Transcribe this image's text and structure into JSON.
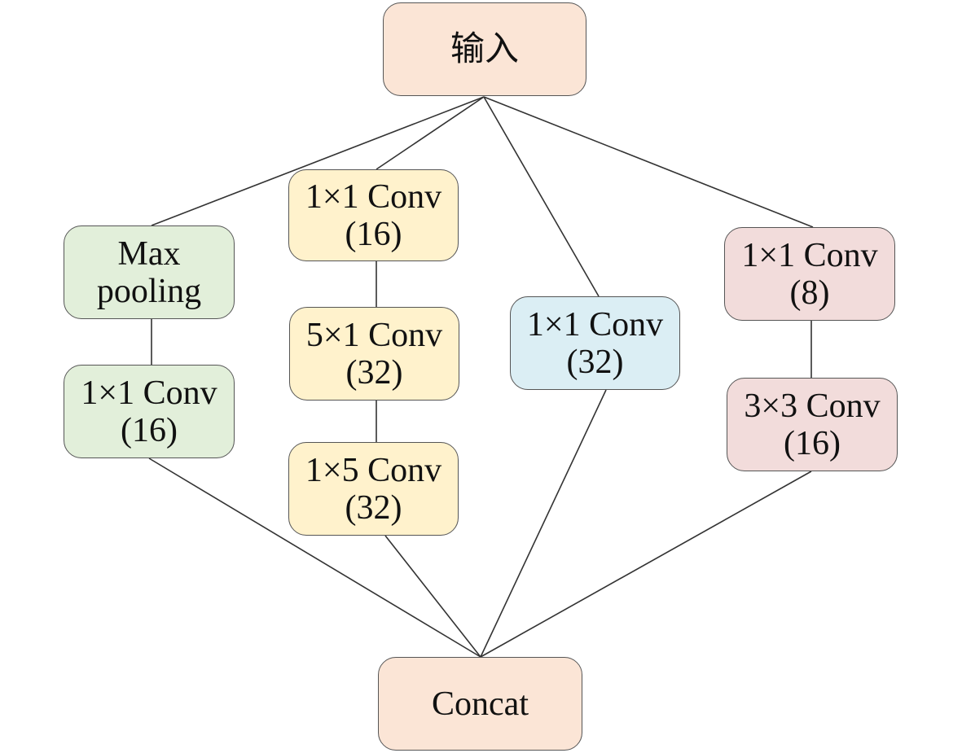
{
  "colors": {
    "peach": "#fbe5d6",
    "green": "#e2efda",
    "yellow": "#fff2cc",
    "blue": "#dbeef4",
    "pink": "#f2dcdb",
    "edge": "#333333"
  },
  "nodes": {
    "input": {
      "lines": [
        "输入"
      ],
      "color": "peach"
    },
    "maxpool": {
      "lines": [
        "Max",
        "pooling"
      ],
      "color": "green"
    },
    "c1a": {
      "lines": [
        "1×1 Conv",
        "(16)"
      ],
      "color": "green"
    },
    "y1": {
      "lines": [
        "1×1 Conv",
        "(16)"
      ],
      "color": "yellow"
    },
    "y2": {
      "lines": [
        "5×1 Conv",
        "(32)"
      ],
      "color": "yellow"
    },
    "y3": {
      "lines": [
        "1×5 Conv",
        "(32)"
      ],
      "color": "yellow"
    },
    "blue": {
      "lines": [
        "1×1 Conv",
        "(32)"
      ],
      "color": "blue"
    },
    "p1": {
      "lines": [
        "1×1 Conv",
        "(8)"
      ],
      "color": "pink"
    },
    "p2": {
      "lines": [
        "3×3 Conv",
        "(16)"
      ],
      "color": "pink"
    },
    "concat": {
      "lines": [
        "Concat"
      ],
      "color": "peach"
    }
  },
  "edges": [
    [
      "input",
      "maxpool"
    ],
    [
      "input",
      "y1"
    ],
    [
      "input",
      "blue"
    ],
    [
      "input",
      "p1"
    ],
    [
      "maxpool",
      "c1a"
    ],
    [
      "y1",
      "y2"
    ],
    [
      "y2",
      "y3"
    ],
    [
      "p1",
      "p2"
    ],
    [
      "c1a",
      "concat"
    ],
    [
      "y3",
      "concat"
    ],
    [
      "blue",
      "concat"
    ],
    [
      "p2",
      "concat"
    ]
  ]
}
